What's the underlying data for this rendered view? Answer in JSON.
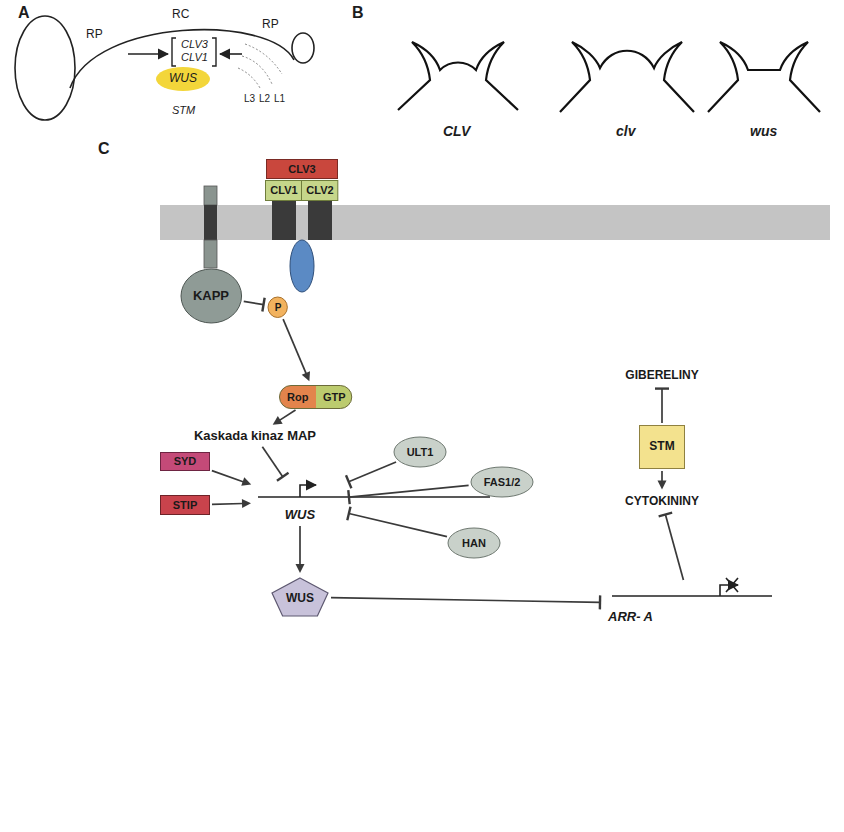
{
  "diagram": {
    "nodes": [
      {
        "text": [
          "WUS"
        ]
      },
      {
        "text": [
          "CLV3"
        ]
      },
      {
        "text": [
          "CLV1"
        ]
      },
      {
        "text": [
          "CLV2"
        ]
      },
      {
        "text": [
          "KAPP"
        ]
      },
      {
        "text": [
          "P"
        ]
      },
      {
        "text": [
          "Rop",
          "GTP"
        ]
      },
      {
        "text": [
          "GIBERELINY"
        ]
      },
      {
        "text": [
          "Kaskada kinaz MAP"
        ]
      },
      {
        "text": [
          "STM"
        ]
      },
      {
        "text": [
          "SYD"
        ]
      },
      {
        "text": [
          "ULT1"
        ]
      },
      {
        "text": [
          "FAS1/2"
        ]
      },
      {
        "text": [
          "STIP"
        ]
      },
      {
        "text": [
          "WUS"
        ]
      },
      {
        "text": [
          "CYTOKININY"
        ]
      },
      {
        "text": [
          "HAN"
        ]
      },
      {
        "text": [
          "WUS"
        ]
      },
      {
        "text": [
          "ARR- A"
        ]
      }
    ],
    "edges": [
      {
        "from": 4,
        "to": 5,
        "arrow": "to"
      },
      {
        "from": 5,
        "to": 6,
        "arrow": "to"
      },
      {
        "from": 6,
        "to": 8,
        "arrow": "to"
      },
      {
        "from": 8,
        "to": 14,
        "arrow": "to"
      },
      {
        "from": 10,
        "to": 14,
        "arrow": "to"
      },
      {
        "from": 13,
        "to": 14,
        "arrow": "to"
      },
      {
        "from": 11,
        "to": 14,
        "arrow": "to"
      },
      {
        "from": 12,
        "to": 14,
        "arrow": "to"
      },
      {
        "from": 16,
        "to": 14,
        "arrow": "to"
      },
      {
        "from": 14,
        "to": 17,
        "arrow": "to"
      },
      {
        "from": 17,
        "to": 18,
        "arrow": "to"
      },
      {
        "from": 9,
        "to": 7,
        "arrow": "to"
      },
      {
        "from": 9,
        "to": 15,
        "arrow": "to"
      },
      {
        "from": 18,
        "to": 15,
        "arrow": "to"
      }
    ],
    "labels": [
      "A",
      "RP",
      "RC",
      "RP",
      "CLV3",
      "CLV1",
      "L3",
      "L2",
      "L1",
      "STM",
      "B",
      "CLV",
      "clv",
      "wus",
      "C"
    ]
  }
}
